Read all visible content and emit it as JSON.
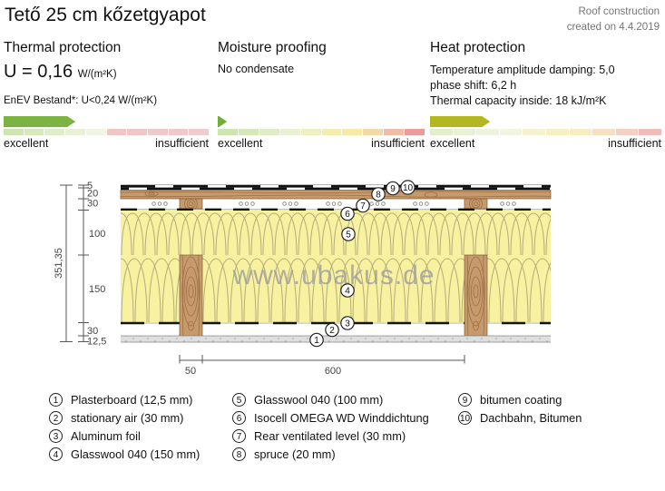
{
  "header": {
    "title": "Tető 25 cm kőzetgyapot",
    "meta1": "Roof construction",
    "meta2": "created on 4.4.2019"
  },
  "sections": {
    "thermal": {
      "title": "Thermal protection",
      "u_value": "U = 0,16",
      "u_unit": "W/(m²K)",
      "standard": "EnEV Bestand*: U<0,24 W/(m²K)"
    },
    "moisture": {
      "title": "Moisture proofing",
      "note": "No condensate"
    },
    "heat": {
      "title": "Heat protection",
      "lines": [
        "Temperature amplitude damping: 5,0",
        "phase shift: 6,2 h",
        "Thermal capacity inside: 18 kJ/m²K"
      ]
    }
  },
  "ratings": [
    {
      "name": "thermal",
      "left": "excellent",
      "right": "insufficient",
      "arrow_color": "#7cb342",
      "arrow_frac": 0.35,
      "segments": [
        "#cde5b1",
        "#d6e9bc",
        "#dfedc8",
        "#e8f1d5",
        "#f0f5e2",
        "#eec6c6",
        "#eec6c6",
        "#efc8c8",
        "#f0caca",
        "#f1cccc"
      ]
    },
    {
      "name": "moisture",
      "left": "excellent",
      "right": "insufficient",
      "arrow_color": "#6fae3a",
      "arrow_frac": 0.045,
      "segments": [
        "#cde5b1",
        "#d5e8ba",
        "#dfecc5",
        "#eaf1d3",
        "#eff0c2",
        "#f4eeae",
        "#f5eaa8",
        "#f3d9a7",
        "#f0bda6",
        "#eb9b9b"
      ]
    },
    {
      "name": "heat",
      "left": "excellent",
      "right": "insufficient",
      "arrow_color": "#b2b821",
      "arrow_frac": 0.26,
      "segments": [
        "#e3eecb",
        "#e8f1d4",
        "#edf3dc",
        "#f1f4df",
        "#f4f2d0",
        "#f6f0c2",
        "#f7edc2",
        "#f5e0c2",
        "#f3cfc4",
        "#f0bdbc"
      ]
    }
  ],
  "diagram": {
    "watermark": "www.ubakus.de",
    "total_height": "351,35",
    "layer_dims": [
      "5",
      "20",
      "30",
      "100",
      "150",
      "30",
      "12,5"
    ],
    "width_dims": [
      "50",
      "600"
    ],
    "callouts": [
      "1",
      "2",
      "3",
      "4",
      "5",
      "6",
      "7",
      "8",
      "9",
      "10"
    ],
    "colors": {
      "glasswool_fill": "#f8f2a0",
      "glasswool_stroke": "#b3ab7c",
      "wood_fill": "#c69a6d",
      "wood_grain": "#9c7144",
      "plasterboard_fill": "#dedede",
      "watermark_gray": "#9e9e9e"
    }
  },
  "legend": {
    "columns": [
      [
        {
          "num": "1",
          "label": "Plasterboard (12,5 mm)"
        },
        {
          "num": "2",
          "label": "stationary air (30 mm)"
        },
        {
          "num": "3",
          "label": "Aluminum foil"
        },
        {
          "num": "4",
          "label": "Glasswool 040 (150 mm)"
        }
      ],
      [
        {
          "num": "5",
          "label": "Glasswool 040 (100 mm)"
        },
        {
          "num": "6",
          "label": "Isocell OMEGA WD Winddichtung"
        },
        {
          "num": "7",
          "label": "Rear ventilated level (30 mm)"
        },
        {
          "num": "8",
          "label": "spruce (20 mm)"
        }
      ],
      [
        {
          "num": "9",
          "label": "bitumen coating"
        },
        {
          "num": "10",
          "label": "Dachbahn, Bitumen"
        }
      ]
    ]
  }
}
